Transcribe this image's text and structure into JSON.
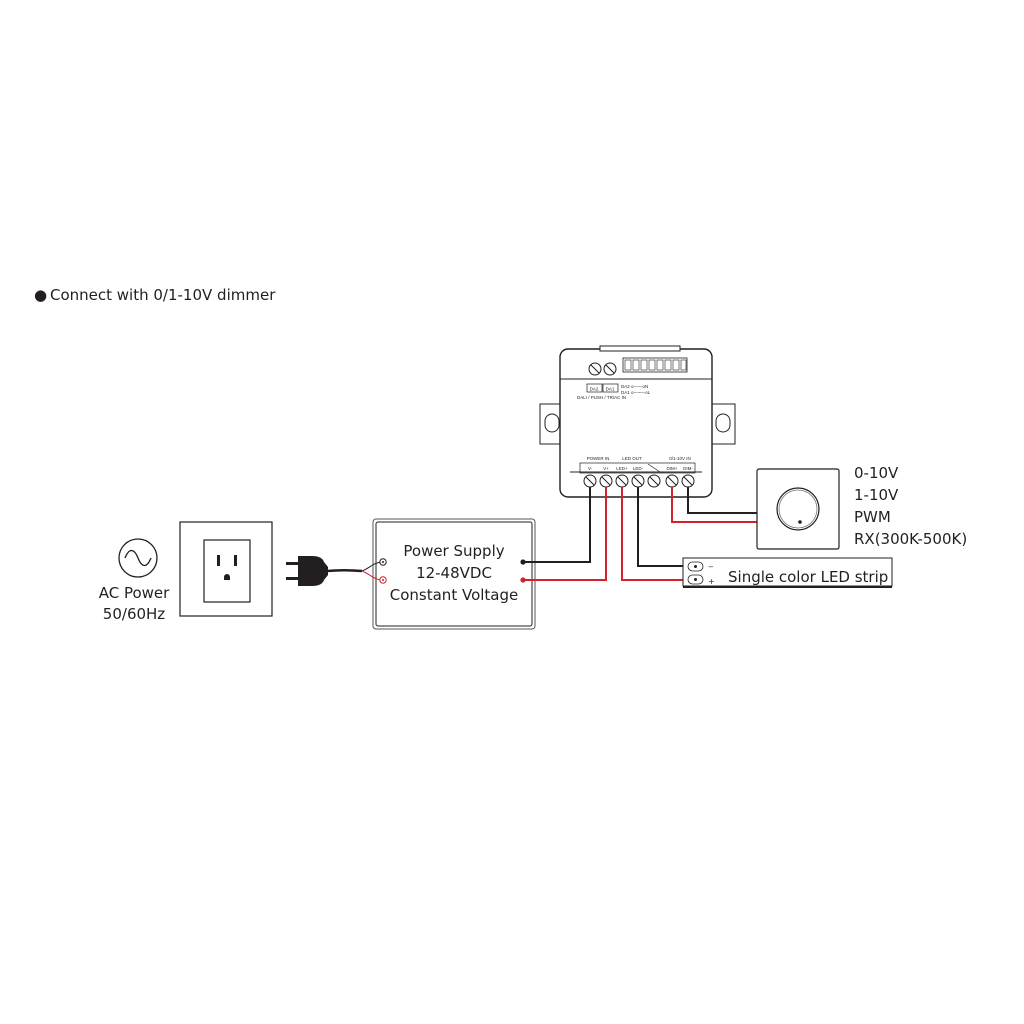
{
  "heading": {
    "bullet": "●",
    "text": "Connect with 0/1-10V dimmer"
  },
  "ac_power": {
    "line1": "AC Power",
    "line2": "50/60Hz"
  },
  "power_supply": {
    "line1": "Power Supply",
    "line2": "12-48VDC",
    "line3": "Constant Voltage"
  },
  "controller": {
    "dali_terminals": [
      "DA2",
      "DA1"
    ],
    "dali_legend": [
      "DA2 o——oN",
      "DA1 o—~—oL"
    ],
    "dali_caption": "DALI / PUSH / TRIAC IN",
    "group_labels": [
      "POWER IN",
      "LED OUT",
      "0/1-10V IN"
    ],
    "terminal_labels": [
      "V-",
      "V+",
      "LED+",
      "LED-",
      "",
      "DIM+",
      "DIM-"
    ]
  },
  "dimmer": {
    "lines": [
      "0-10V",
      "1-10V",
      "PWM",
      "RX(300K-500K)"
    ]
  },
  "led_strip": {
    "label": "Single color LED strip",
    "minus": "−",
    "plus": "+"
  },
  "colors": {
    "wire_red": "#d2232a",
    "wire_black": "#231f20",
    "outline": "#231f20"
  }
}
